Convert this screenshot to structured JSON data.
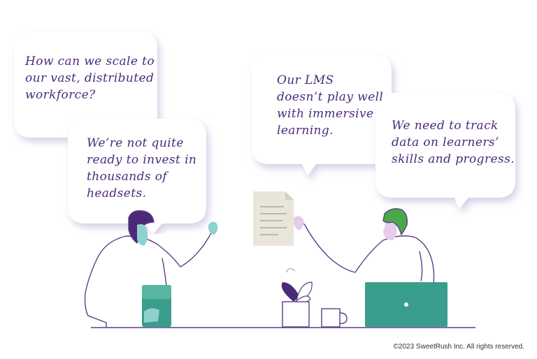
{
  "bubbles": [
    {
      "id": "scale",
      "text": "How can we scale to\nour vast, distributed\nworkforce?"
    },
    {
      "id": "headsets",
      "text": "We’re not quite\nready to invest in\nthousands of\nheadsets."
    },
    {
      "id": "lms",
      "text": "Our LMS\ndoesn’t play well\nwith immersive\nlearning."
    },
    {
      "id": "track",
      "text": "We need to track\ndata on learners’\nskills and progress."
    }
  ],
  "footer": {
    "copyright": "©2023 SweetRush Inc. All rights reserved."
  },
  "colors": {
    "bubble_fill": "#ffffff",
    "bubble_shadow": "#d9cfe6",
    "text_purple": "#4b2a7b",
    "teal": "#3a9e8c",
    "green_hair": "#4aa84a",
    "purple_hair": "#4a2a78",
    "paper": "#e9e6d9"
  },
  "icons": [
    "paper-document-icon",
    "plant-pot-icon",
    "coffee-mug-icon",
    "laptop-icon",
    "tablet-icon"
  ]
}
